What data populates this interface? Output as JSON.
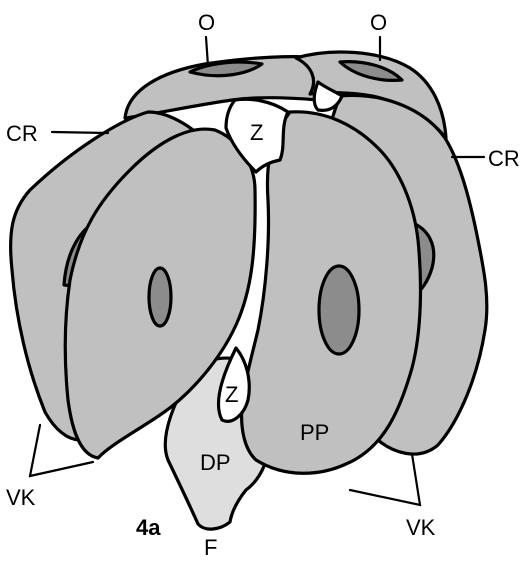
{
  "figure": {
    "label": "4a",
    "colors": {
      "cell": "#c0c0c0",
      "organelle": "#8c8c8c",
      "dp_region": "#dedede",
      "outline": "#000000",
      "background": "#ffffff"
    },
    "labels": {
      "o_left": "O",
      "o_right": "O",
      "cr_left": "CR",
      "cr_right": "CR",
      "z_top": "Z",
      "z_lower": "Z",
      "dp": "DP",
      "pp": "PP",
      "vk_left": "VK",
      "vk_right": "VK",
      "f": "F"
    }
  }
}
